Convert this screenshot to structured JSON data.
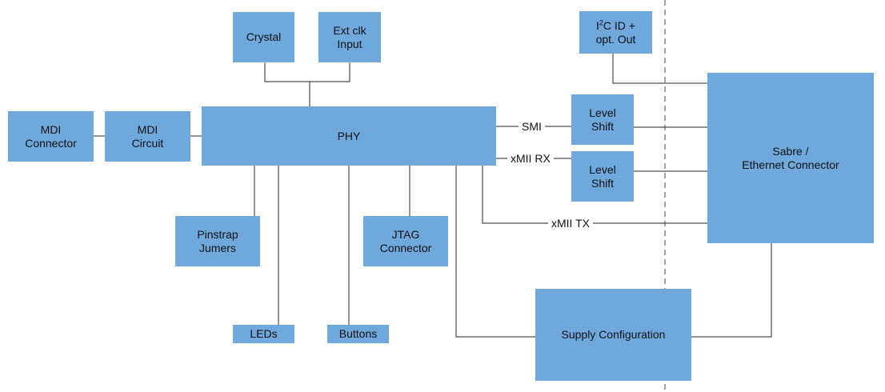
{
  "blocks": {
    "crystal": "Crystal",
    "ext_clk": "Ext clk\nInput",
    "i2c_prefix": "I",
    "i2c_sup": "2",
    "i2c_rest": "C ID +\nopt. Out",
    "mdi_connector": "MDI\nConnector",
    "mdi_circuit": "MDI\nCircuit",
    "phy": "PHY",
    "level_shift_1": "Level\nShift",
    "level_shift_2": "Level\nShift",
    "sabre": "Sabre /\nEthernet Connector",
    "pinstrap": "Pinstrap\nJumers",
    "jtag": "JTAG\nConnector",
    "leds": "LEDs",
    "buttons": "Buttons",
    "supply": "Supply Configuration"
  },
  "signals": {
    "smi": "SMI",
    "xmii_rx": "xMII RX",
    "xmii_tx": "xMII TX"
  },
  "colors": {
    "block_fill": "#6fa8dc",
    "line": "#4d4d4d",
    "boundary": "#666666"
  }
}
